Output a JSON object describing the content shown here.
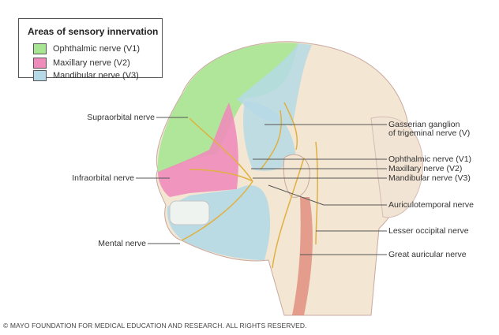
{
  "legend": {
    "title": "Areas of sensory innervation",
    "items": [
      {
        "label": "Ophthalmic nerve (V1)",
        "color": "#a8e592"
      },
      {
        "label": "Maxillary nerve (V2)",
        "color": "#f08cbb"
      },
      {
        "label": "Mandibular nerve (V3)",
        "color": "#b5d9e6"
      }
    ]
  },
  "labels": {
    "supraorbital": "Supraorbital nerve",
    "infraorbital": "Infraorbital nerve",
    "mental": "Mental nerve",
    "gasserian_1": "Gasserian ganglion",
    "gasserian_2": "of trigeminal nerve (V)",
    "ophthalmic": "Ophthalmic nerve (V1)",
    "maxillary": "Maxillary nerve (V2)",
    "mandibular": "Mandibular nerve (V3)",
    "auriculotemporal": "Auriculotemporal nerve",
    "lesser_occipital": "Lesser occipital nerve",
    "great_auricular": "Great auricular nerve"
  },
  "copyright": "© MAYO FOUNDATION FOR MEDICAL EDUCATION AND RESEARCH. ALL RIGHTS RESERVED.",
  "colors": {
    "skin": "#f3e6d2",
    "nerve": "#e0b040",
    "muscle": "#e08a7a"
  }
}
